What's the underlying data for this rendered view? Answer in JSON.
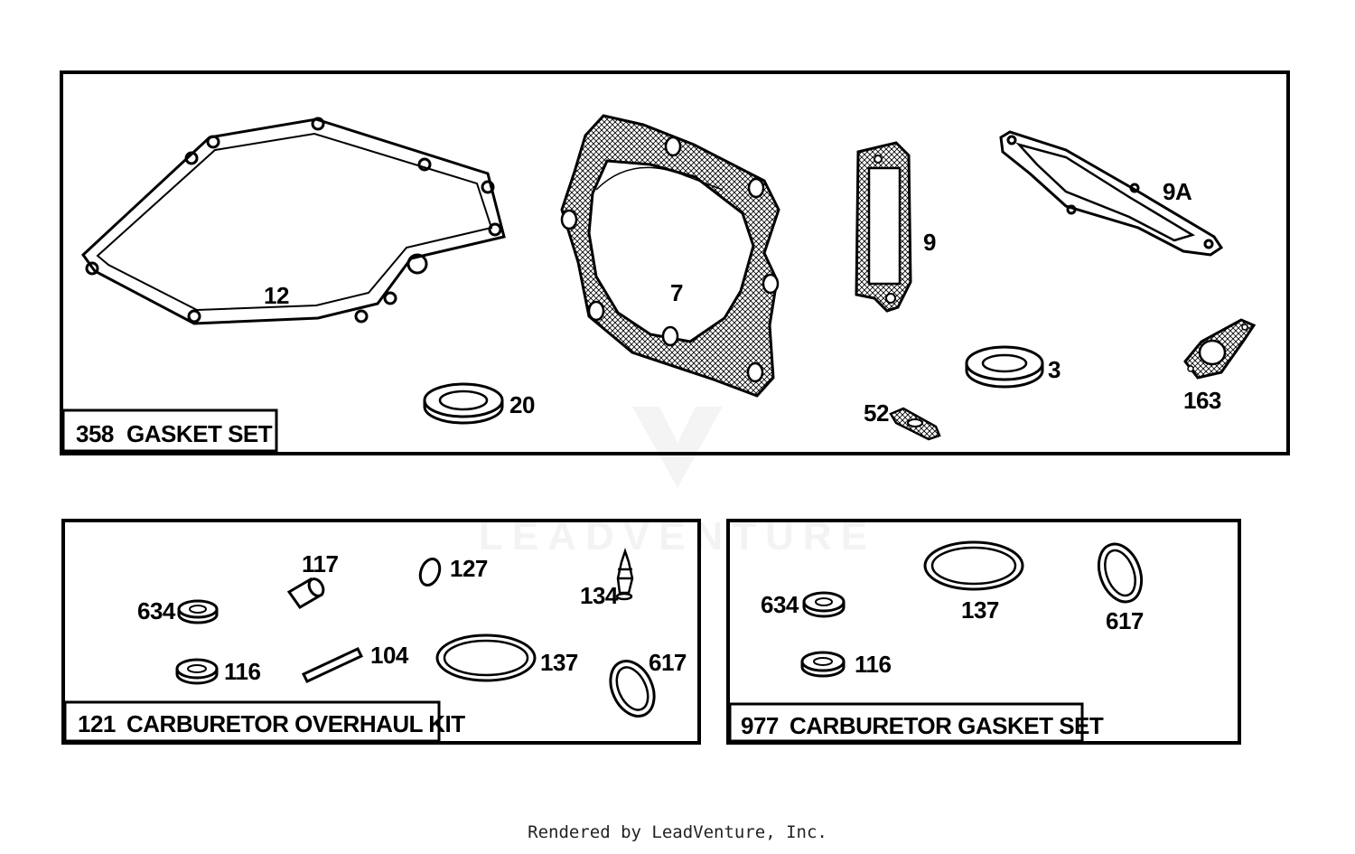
{
  "kits": [
    {
      "number": "358",
      "name": "GASKET SET"
    },
    {
      "number": "121",
      "name": "CARBURETOR OVERHAUL KIT"
    },
    {
      "number": "977",
      "name": "CARBURETOR GASKET SET"
    }
  ],
  "callouts": {
    "gasket_set": [
      "12",
      "7",
      "9",
      "9A",
      "20",
      "52",
      "3",
      "163"
    ],
    "overhaul_kit": [
      "117",
      "127",
      "134",
      "634",
      "116",
      "104",
      "137",
      "617"
    ],
    "carb_gasket_set": [
      "634",
      "137",
      "617",
      "116"
    ]
  },
  "watermark": "LEADVENTURE",
  "footer": "Rendered by LeadVenture, Inc."
}
